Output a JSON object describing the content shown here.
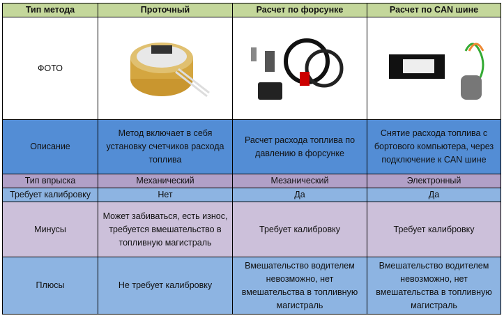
{
  "headers": [
    "Тип метода",
    "Проточный",
    "Расчет по форсунке",
    "Расчет по CAN шине"
  ],
  "rows": {
    "photo": {
      "label": "ФОТО"
    },
    "description": {
      "label": "Описание",
      "values": [
        "Метод включает в себя установку счетчиков расхода топлива",
        "Расчет расхода топлива по давлению в форсунке",
        "Снятие расхода топлива с бортового компьютера, через подключение к CAN шине"
      ]
    },
    "injection": {
      "label": "Тип впрыска",
      "values": [
        "Механический",
        "Мезанический",
        "Электронный"
      ]
    },
    "calibration": {
      "label": "Требует калибровку",
      "values": [
        "Нет",
        "Да",
        "Да"
      ]
    },
    "minuses": {
      "label": "Минусы",
      "values": [
        "Может забиваться, есть износ, требуется вмешательство в топливную магистраль",
        "Требует калибровку",
        "Требует калибровку"
      ]
    },
    "pluses": {
      "label": "Плюсы",
      "values": [
        "Не требует калибровку",
        "Вмешательство водителем невозможно, нет вмешательства в топливную магистраль",
        "Вмешательство водителем невозможно, нет вмешательства в топливную магистраль"
      ]
    }
  }
}
